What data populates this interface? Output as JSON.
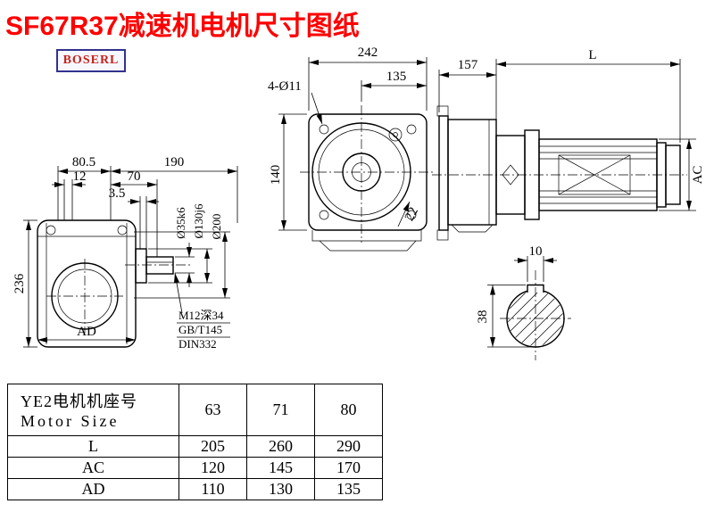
{
  "page": {
    "title": "SF67R37减速机电机尺寸图纸",
    "brand": "BOSERL"
  },
  "front_view": {
    "width": "242",
    "flange": "135",
    "holes": "4-Ø11",
    "height": "140",
    "depth": "22"
  },
  "side_view": {
    "gearbox_length": "157",
    "motor_length": "L",
    "motor_height": "AC"
  },
  "output_view": {
    "top_span_a": "80.5",
    "top_span_b": "190",
    "step_a": "12",
    "step_b": "70",
    "groove": "3.5",
    "body_height": "236",
    "body_width": "AD",
    "shaft_dia": "Ø35k6",
    "spigot_dia": "Ø130j6",
    "flange_dia": "Ø200",
    "tap_note": "M12深34",
    "std_note_1": "GB/T145",
    "std_note_2": "DIN332"
  },
  "shaft_section": {
    "key_width": "10",
    "key_depth": "38"
  },
  "table": {
    "header": {
      "line1": "YE2电机机座号",
      "line2": "Motor Size"
    },
    "columns": [
      "63",
      "71",
      "80"
    ],
    "rows": [
      {
        "label": "L",
        "values": [
          "205",
          "260",
          "290"
        ]
      },
      {
        "label": "AC",
        "values": [
          "120",
          "145",
          "170"
        ]
      },
      {
        "label": "AD",
        "values": [
          "110",
          "130",
          "135"
        ]
      }
    ]
  }
}
